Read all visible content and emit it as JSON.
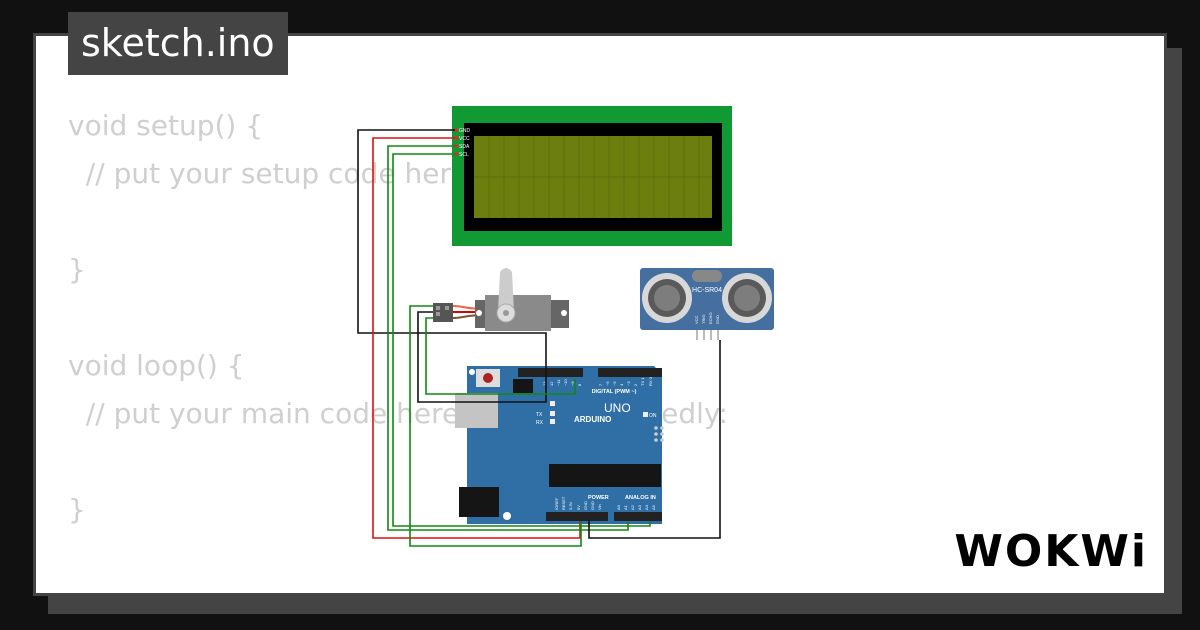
{
  "title": "sketch.ino",
  "code_lines": [
    "void setup() {",
    "  // put your setup code here, to run once:",
    "",
    "}",
    "",
    "void loop() {",
    "  // put your main code here, to run repeatedly:",
    "",
    "}"
  ],
  "logo": "WOKWi",
  "diagram": {
    "lcd_pins": [
      "GND",
      "VCC",
      "SDA",
      "SCL"
    ],
    "sensor_label": "HC-SR04",
    "sensor_pins": [
      "VCC",
      "TRIG",
      "ECHO",
      "GND"
    ],
    "arduino": {
      "brand": "ARDUINO",
      "model": "UNO",
      "digital_label": "DIGITAL (PWM ~)",
      "power_label": "POWER",
      "analog_label": "ANALOG IN",
      "on_label": "ON",
      "tx_label": "TX",
      "rx_label": "RX",
      "power_pins": [
        "IOREF",
        "RESET",
        "3.3V",
        "5V",
        "GND",
        "GND",
        "Vin"
      ],
      "analog_pins": [
        "A0",
        "A1",
        "A2",
        "A3",
        "A4",
        "A5"
      ],
      "digital_pins": [
        "13",
        "12",
        "~11",
        "~10",
        "~9",
        "8",
        "7",
        "~6",
        "~5",
        "4",
        "~3",
        "2",
        "TX 1",
        "RX 0"
      ]
    }
  }
}
